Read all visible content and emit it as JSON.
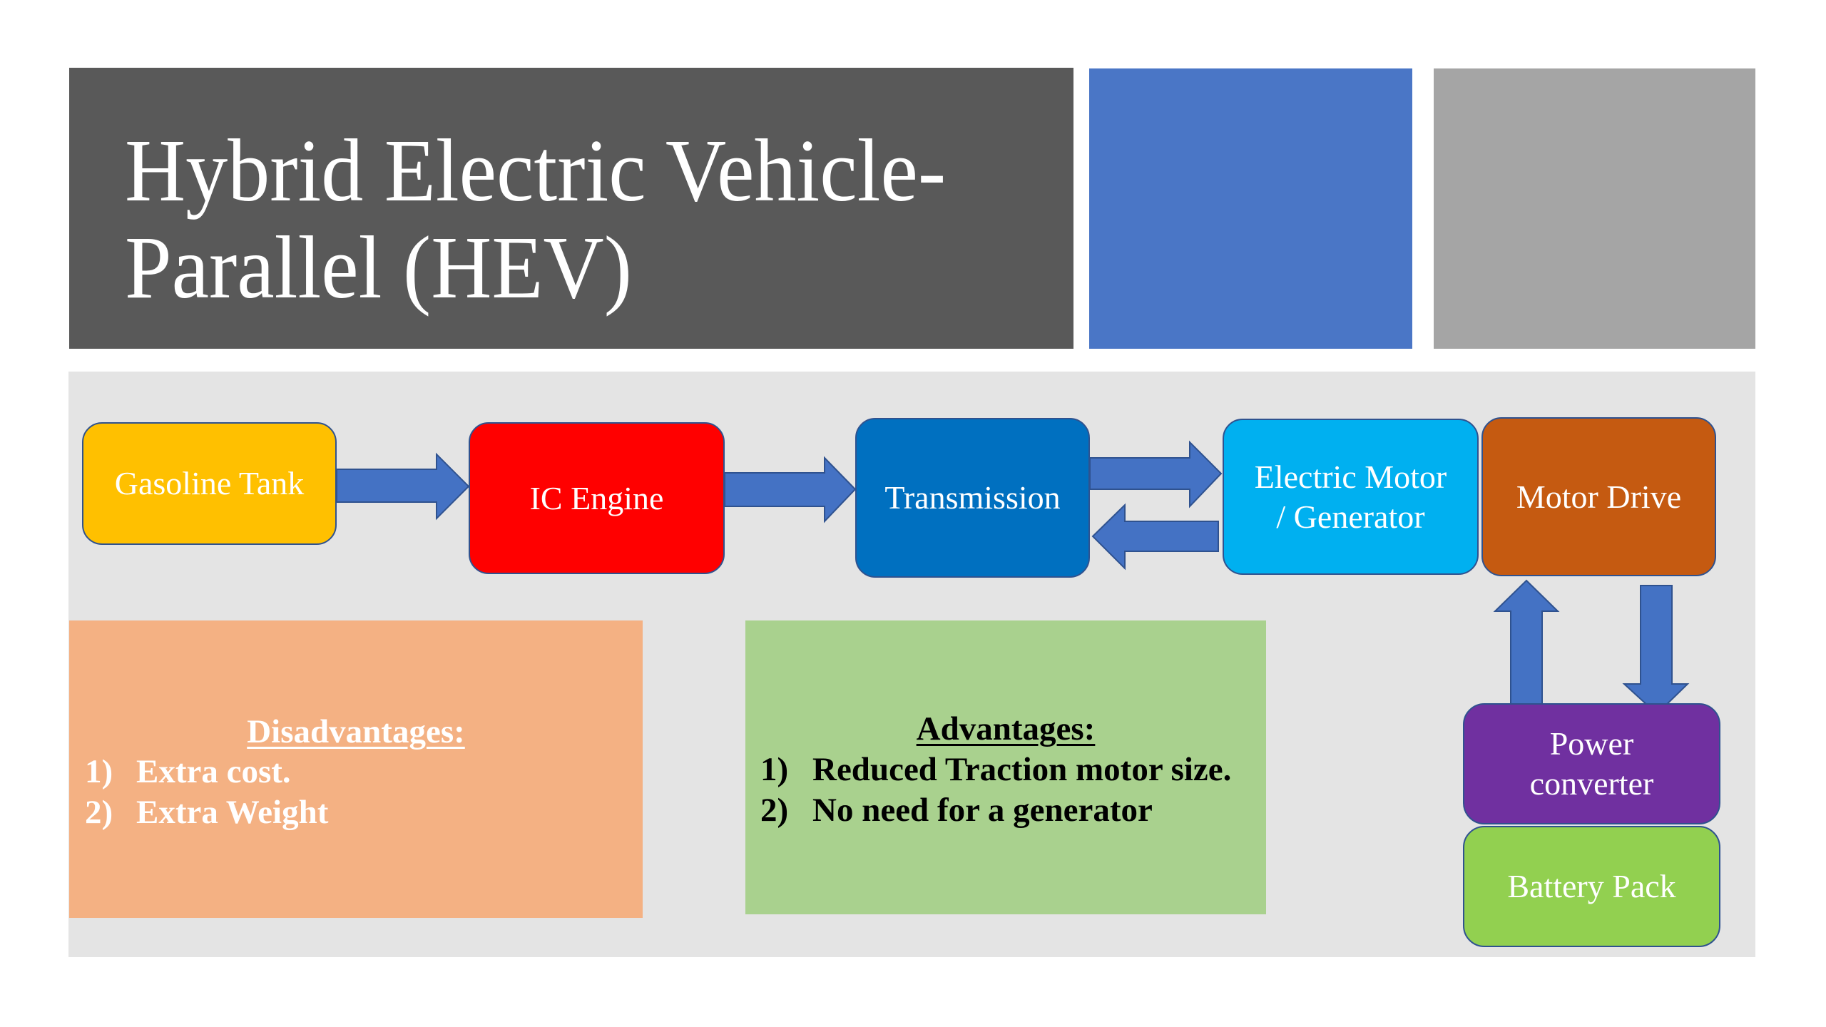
{
  "title": {
    "line1": "Hybrid Electric Vehicle-",
    "line2": "Parallel (HEV)"
  },
  "colors": {
    "title_bg": "#595959",
    "accent_blue": "#4A76C6",
    "accent_gray": "#A5A5A5",
    "panel_bg": "#E4E4E4",
    "arrow": "#4472C4",
    "node_border": "#2F528F"
  },
  "nodes": {
    "gasoline_tank": {
      "label": "Gasoline Tank",
      "color": "#FFC000"
    },
    "ic_engine": {
      "label": "IC Engine",
      "color": "#FF0000"
    },
    "transmission": {
      "label": "Transmission",
      "color": "#0070C0"
    },
    "electric_motor": {
      "label_line1": "Electric Motor",
      "label_line2": "/ Generator",
      "color": "#00B0F0"
    },
    "motor_drive": {
      "label": "Motor Drive",
      "color": "#C55A11"
    },
    "power_converter": {
      "label_line1": "Power",
      "label_line2": "converter",
      "color": "#7030A0"
    },
    "battery_pack": {
      "label": "Battery Pack",
      "color": "#92D050"
    }
  },
  "connections": [
    {
      "from": "Gasoline Tank",
      "to": "IC Engine",
      "direction": "right"
    },
    {
      "from": "IC Engine",
      "to": "Transmission",
      "direction": "right"
    },
    {
      "from": "Transmission",
      "to": "Electric Motor / Generator",
      "direction": "right"
    },
    {
      "from": "Electric Motor / Generator",
      "to": "Transmission",
      "direction": "left"
    },
    {
      "from": "Power converter",
      "to": "Motor Drive",
      "direction": "up"
    },
    {
      "from": "Motor Drive",
      "to": "Power converter",
      "direction": "down"
    }
  ],
  "disadvantages": {
    "heading": "Disadvantages:",
    "color": "#F4B183",
    "items": [
      {
        "num": "1)",
        "text": "Extra cost."
      },
      {
        "num": "2)",
        "text": "Extra Weight"
      }
    ]
  },
  "advantages": {
    "heading": "Advantages:",
    "color": "#A9D18E",
    "items": [
      {
        "num": "1)",
        "text": "Reduced Traction motor size."
      },
      {
        "num": "2)",
        "text": "No need for a generator"
      }
    ]
  }
}
